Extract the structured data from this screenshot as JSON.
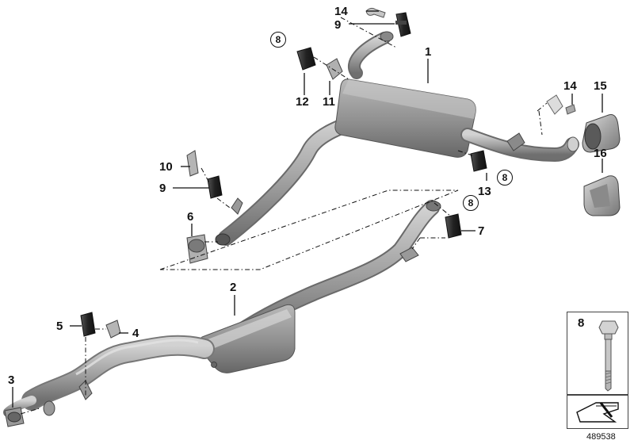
{
  "labels": {
    "p1": "1",
    "p2": "2",
    "p3": "3",
    "p4": "4",
    "p5": "5",
    "p6": "6",
    "p7": "7",
    "p8": "8",
    "p9": "9",
    "p10": "10",
    "p11": "11",
    "p12": "12",
    "p13": "13",
    "p14": "14",
    "p15": "15",
    "p16": "16"
  },
  "circled": {
    "c8": "8"
  },
  "diagram_number": "489538",
  "colors": {
    "part": "#9a9a9a",
    "part_dark": "#6e6e6e",
    "part_light": "#c9c9c9",
    "rubber": "#2a2a2a",
    "line": "#111111"
  }
}
